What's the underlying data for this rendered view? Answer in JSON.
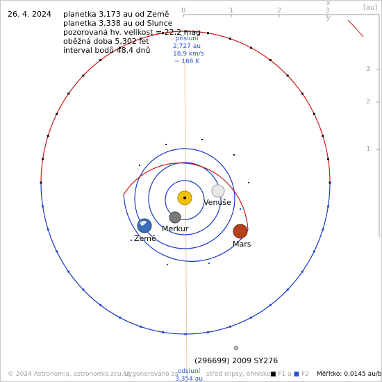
{
  "header": {
    "date": "26. 4. 2024",
    "lines": [
      "planetka 3,173 au od Země",
      "planetka 3,338 au od Slunce",
      "pozorovaná hv. velikost = 22,2 mag",
      "oběžná doba 5,302 let",
      "interval bodů 48,4 dnů"
    ]
  },
  "perihelion": {
    "title": "přísluní",
    "dist": "2,727 au",
    "speed": "18,9 km/s",
    "temp": "~ 166 K"
  },
  "aphelion": {
    "title": "odsluní",
    "dist": "3,354 au"
  },
  "axis": {
    "unit_label": "[au]",
    "x_label": "x",
    "y_label": "y",
    "x_ticks": [
      "0",
      "1",
      "2",
      "3"
    ],
    "y_ticks": [
      "1",
      "2",
      "3"
    ]
  },
  "bodies": {
    "venus": "Venuše",
    "earth": "Země",
    "mercury": "Merkur",
    "mars": "Mars",
    "asteroid": "(296699) 2009 SY276"
  },
  "footer": {
    "copyright": "© 2024 Astronomia, astronomia.zcu.cz",
    "generated": "Vygenerováno za",
    "ellipse_center": "střed elipsy, ohnisko",
    "f1": "F1 a",
    "f2": "F2",
    "scale": "Měřítko: 0,0145 au/bod"
  },
  "colors": {
    "above_ecliptic": "#d01818",
    "below_ecliptic": "#1838c8",
    "sun": "#f2c200",
    "axis": "#909090"
  }
}
